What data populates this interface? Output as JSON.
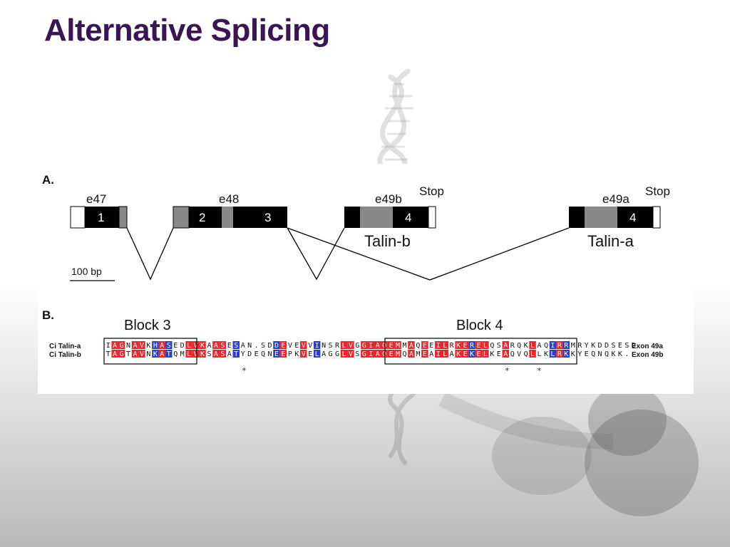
{
  "slide": {
    "title": "Alternative Splicing"
  },
  "panel_a": {
    "label": "A.",
    "exons": [
      "e47",
      "e48",
      "e49b",
      "e49a"
    ],
    "numbers": [
      "1",
      "2",
      "3",
      "4",
      "4"
    ],
    "stop_labels": [
      "Stop",
      "Stop"
    ],
    "isoforms": [
      "Talin-b",
      "Talin-a"
    ],
    "scale": "100 bp"
  },
  "panel_b": {
    "label": "B.",
    "blocks": [
      "Block 3",
      "Block 4"
    ],
    "sequences": [
      {
        "name": "Ci Talin-a",
        "residues": "IAGNAVKHASEDLVKAASESAN.SDDEVEVVINSRLVGGIAQEMMAQEEILRKERELQSARQKLAQIRRMRYKDDSESD",
        "exon": "Exon 49a"
      },
      {
        "name": "Ci Talin-b",
        "residues": "TAGTAVNKATQMLVKSASATYDEQNEEPKVELAGGLVSGIAQEMQAMEAILAKEKELKEAQVQLLKLRKKYEQNQKK.",
        "exon": "Exon 49b"
      }
    ],
    "conservation_marks": [
      "*",
      "*",
      "*"
    ]
  },
  "colors": {
    "title": "#3a1553",
    "identical": "#e8262b",
    "similar": "#2a3fc9",
    "exon_fill": "#000000",
    "utr_fill": "#888888"
  }
}
